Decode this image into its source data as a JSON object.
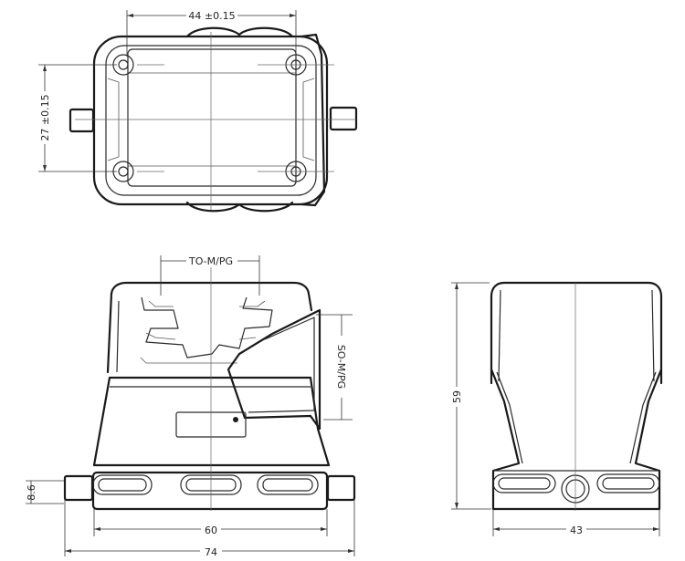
{
  "dimensions": {
    "top_width": "44 ±0.15",
    "top_height": "27 ±0.15",
    "cable_entry_top": "TO-M/PG",
    "cable_entry_side": "SO-M/PG",
    "base_height": "8.6",
    "base_width": "60",
    "overall_width": "74",
    "side_height": "59",
    "side_width": "43"
  }
}
